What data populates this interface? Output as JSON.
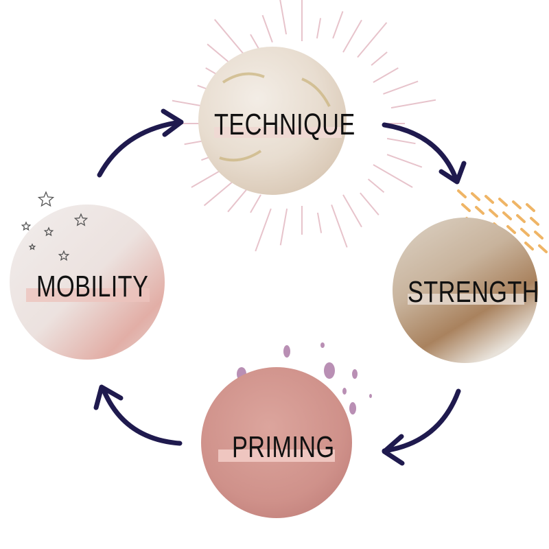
{
  "cycle": {
    "stages": [
      {
        "label": "TECHNIQUE"
      },
      {
        "label": "STRENGTH"
      },
      {
        "label": "PRIMING"
      },
      {
        "label": "MOBILITY"
      }
    ]
  },
  "colors": {
    "arrow": "#1f1a4e",
    "technique": "#e8ddd2",
    "strength": "#c9b8a4",
    "priming": "#d49b93",
    "mobility": "#eadfdc",
    "sun_rays": "#e7c3cb",
    "dashes": "#efb566",
    "dots": "#b98fb4"
  }
}
